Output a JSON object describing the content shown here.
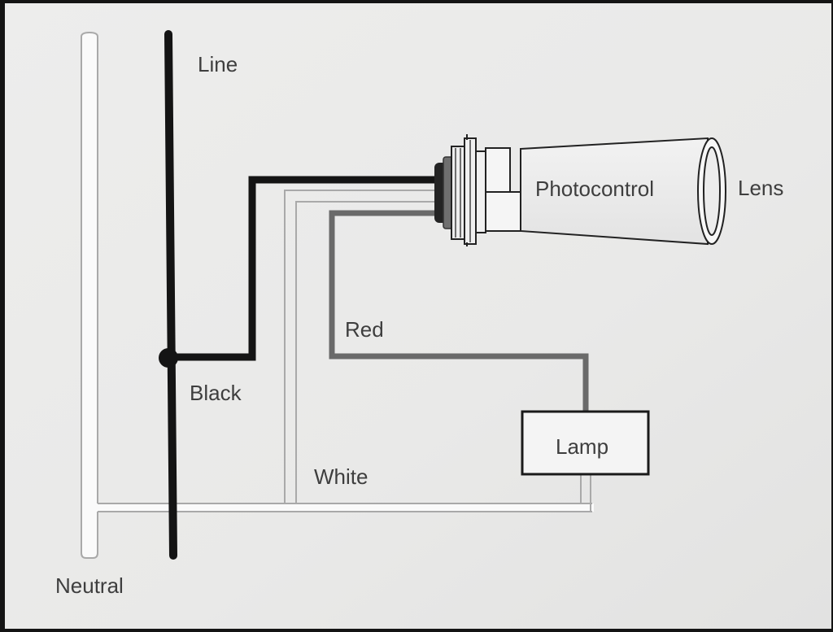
{
  "diagram": {
    "labels": {
      "line": "Line",
      "neutral": "Neutral",
      "black": "Black",
      "white": "White",
      "red": "Red",
      "photocontrol": "Photocontrol",
      "lens": "Lens",
      "lamp": "Lamp"
    },
    "colors": {
      "paper": "#ebebea",
      "black_wire": "#141414",
      "red_wire": "#6a6a6a",
      "white_wire_outline": "#a9a9a9",
      "text": "#3e3e3e",
      "frame": "#141414"
    }
  }
}
